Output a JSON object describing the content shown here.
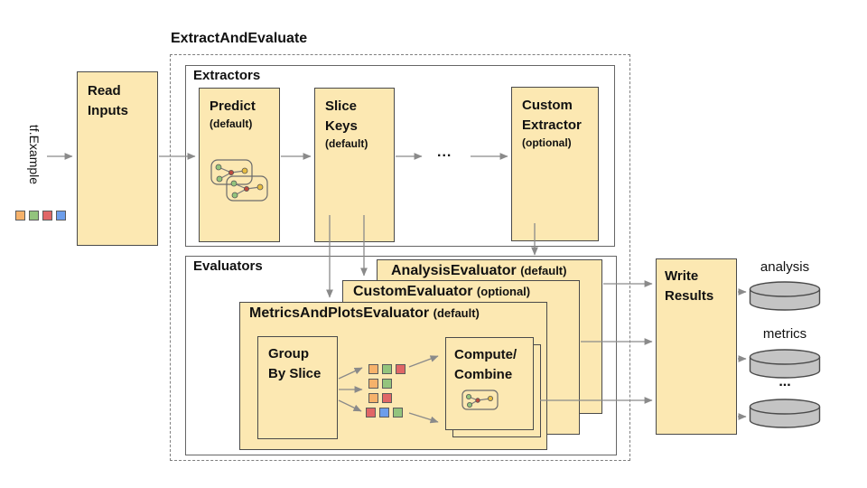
{
  "title": "ExtractAndEvaluate",
  "input": {
    "label": "tf.Example",
    "squares": [
      "orange",
      "green",
      "red",
      "blue"
    ]
  },
  "read_inputs": {
    "title": "Read\nInputs"
  },
  "extractors": {
    "label": "Extractors",
    "predict": {
      "title": "Predict",
      "qualifier": "(default)"
    },
    "slice_keys": {
      "title": "Slice\nKeys",
      "qualifier": "(default)"
    },
    "ellipsis": "...",
    "custom_extractor": {
      "title": "Custom\nExtractor",
      "qualifier": "(optional)"
    }
  },
  "evaluators": {
    "label": "Evaluators",
    "analysis_evaluator": {
      "title": "AnalysisEvaluator",
      "qualifier": "(default)"
    },
    "custom_evaluator": {
      "title": "CustomEvaluator",
      "qualifier": "(optional)"
    },
    "metrics_and_plots_evaluator": {
      "title": "MetricsAndPlotsEvaluator",
      "qualifier": "(default)",
      "group_by_slice": {
        "title": "Group\nBy Slice"
      },
      "compute_combine": {
        "title": "Compute/\nCombine"
      },
      "slice_rows": [
        [
          "orange",
          "green",
          "red"
        ],
        [
          "orange",
          "green"
        ],
        [
          "orange",
          "red"
        ],
        [
          "red",
          "blue",
          "green"
        ]
      ]
    }
  },
  "write_results": {
    "title": "Write\nResults"
  },
  "outputs": [
    {
      "label": "analysis"
    },
    {
      "label": "metrics"
    },
    {
      "label": "..."
    }
  ],
  "palette": {
    "orange": "#F6B26B",
    "green": "#93C47D",
    "red": "#E06666",
    "blue": "#6D9EEB"
  },
  "colors": {
    "box_fill": "#FCE8B2",
    "box_border": "#4a4a4a",
    "container_border": "#666666",
    "arrow": "#8a8a8a",
    "cylinder_fill": "#C4C4C4",
    "text": "#111111"
  }
}
